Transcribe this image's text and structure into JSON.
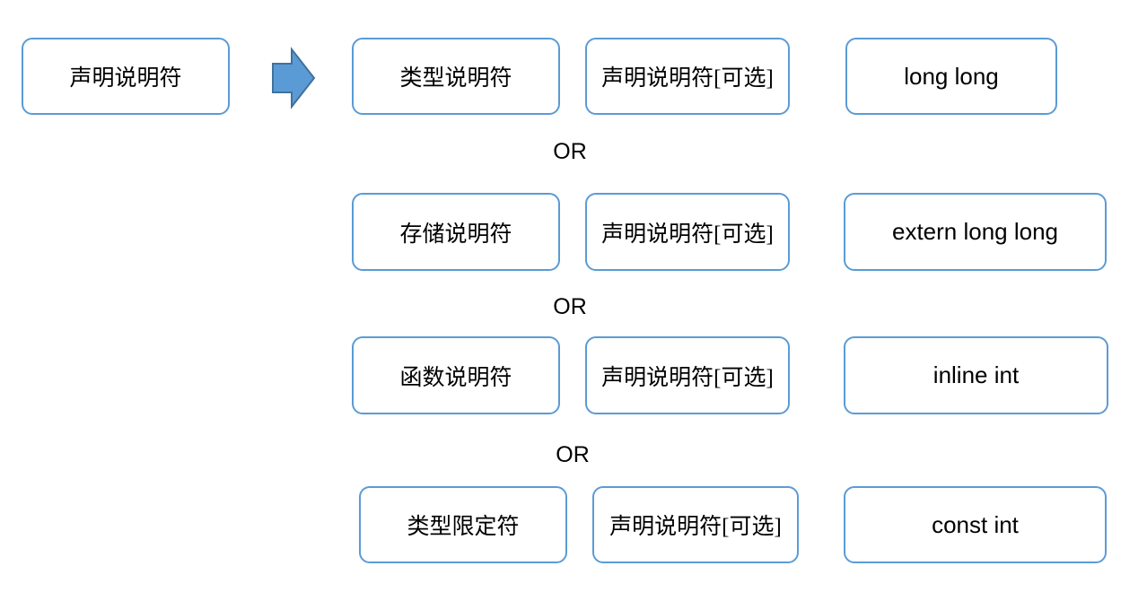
{
  "diagram": {
    "title_concept": "declaration specifier expansion",
    "source_box": {
      "label": "声明说明符"
    },
    "arrow": {
      "direction": "right",
      "fill": "#5B9BD5",
      "stroke": "#41719C"
    },
    "or_label": "OR",
    "rows": [
      {
        "specifier": "类型说明符",
        "optional": "声明说明符[可选]",
        "example": "long long"
      },
      {
        "specifier": "存储说明符",
        "optional": "声明说明符[可选]",
        "example": "extern long long"
      },
      {
        "specifier": "函数说明符",
        "optional": "声明说明符[可选]",
        "example": "inline int"
      },
      {
        "specifier": "类型限定符",
        "optional": "声明说明符[可选]",
        "example": "const int"
      }
    ],
    "colors": {
      "box_border": "#5B9BD5",
      "arrow_fill": "#5B9BD5",
      "arrow_outline": "#41719C",
      "text": "#000000",
      "background": "#FFFFFF"
    }
  }
}
